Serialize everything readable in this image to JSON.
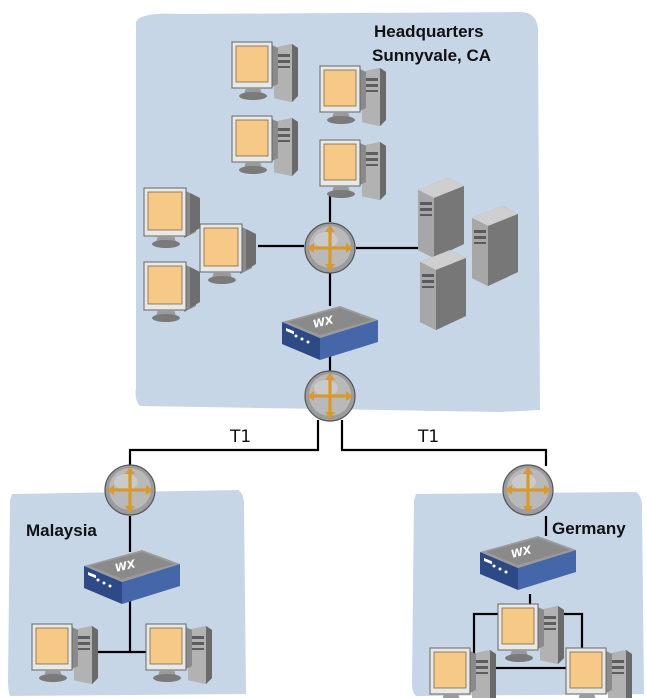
{
  "sites": {
    "hq": {
      "title_line1": "Headquarters",
      "title_line2": "Sunnyvale, CA"
    },
    "malaysia": {
      "title": "Malaysia"
    },
    "germany": {
      "title": "Germany"
    }
  },
  "links": {
    "left_label": "T1",
    "right_label": "T1"
  },
  "devices": {
    "wx_label": "WX"
  },
  "colors": {
    "site_fill": "#c6d6e7",
    "line": "#000000",
    "monitor_frame": "#e9e9e9",
    "screen": "#f6c986",
    "tower": "#9d9d9d",
    "wx_blue": "#3e5f9c",
    "router": "#a9a9a9"
  }
}
